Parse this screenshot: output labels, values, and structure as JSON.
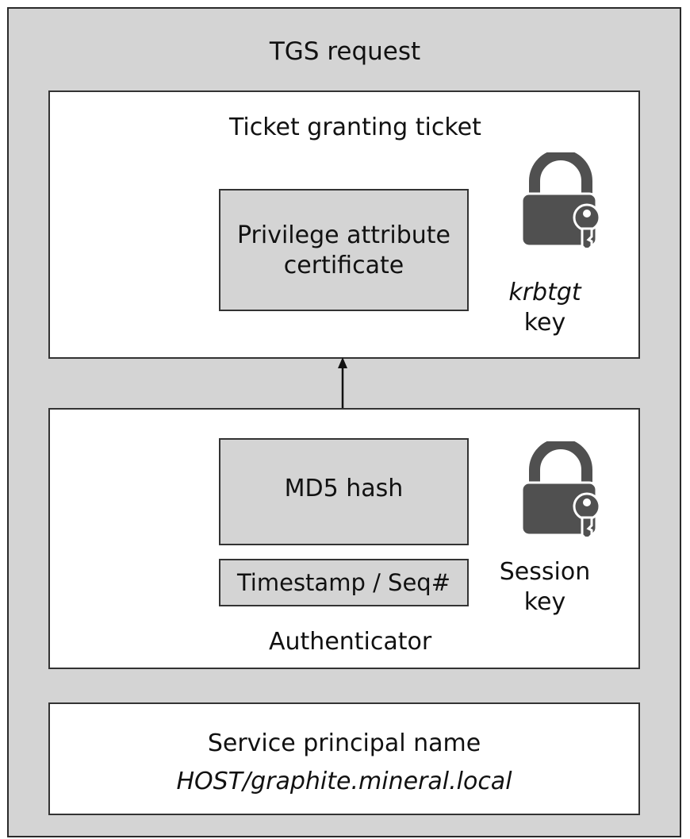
{
  "title": "TGS request",
  "tgt": {
    "label": "Ticket granting ticket",
    "pac_line1": "Privilege attribute",
    "pac_line2": "certificate",
    "key_name": "krbtgt",
    "key_word": "key",
    "lock_icon": "padlock-with-key-icon"
  },
  "authenticator": {
    "label": "Authenticator",
    "hash": "MD5 hash",
    "timestamp": "Timestamp / Seq#",
    "key_line1": "Session",
    "key_line2": "key",
    "lock_icon": "padlock-with-key-icon"
  },
  "spn": {
    "title": "Service principal name",
    "value": "HOST/graphite.mineral.local"
  },
  "colors": {
    "background_grey": "#d4d4d4",
    "lock_dark": "#505050",
    "border": "#333333"
  }
}
